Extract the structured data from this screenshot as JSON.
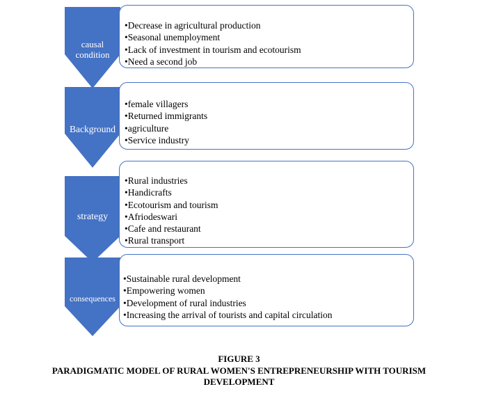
{
  "stages": [
    {
      "label": "causal condition",
      "items": [
        "Decrease in agricultural production",
        "Seasonal unemployment",
        "Lack of investment in tourism and ecotourism",
        "Need a second job"
      ]
    },
    {
      "label": "Background",
      "items": [
        "female villagers",
        "Returned immigrants",
        "agriculture",
        "Service industry"
      ]
    },
    {
      "label": "strategy",
      "items": [
        "Rural industries",
        "Handicrafts",
        "Ecotourism and tourism",
        "Afriodeswari",
        "Cafe and restaurant",
        "Rural transport"
      ]
    },
    {
      "label": "consequences",
      "items": [
        "Sustainable rural development",
        "Empowering women",
        "Development of rural industries",
        "Increasing the arrival of tourists and capital circulation"
      ]
    }
  ],
  "caption": {
    "figure": "FIGURE 3",
    "title_line1": "PARADIGMATIC MODEL OF RURAL WOMEN'S ENTREPRENEURSHIP WITH TOURISM",
    "title_line2": "DEVELOPMENT"
  },
  "colors": {
    "chevron": "#4472C4",
    "box_border": "#4472C4"
  }
}
